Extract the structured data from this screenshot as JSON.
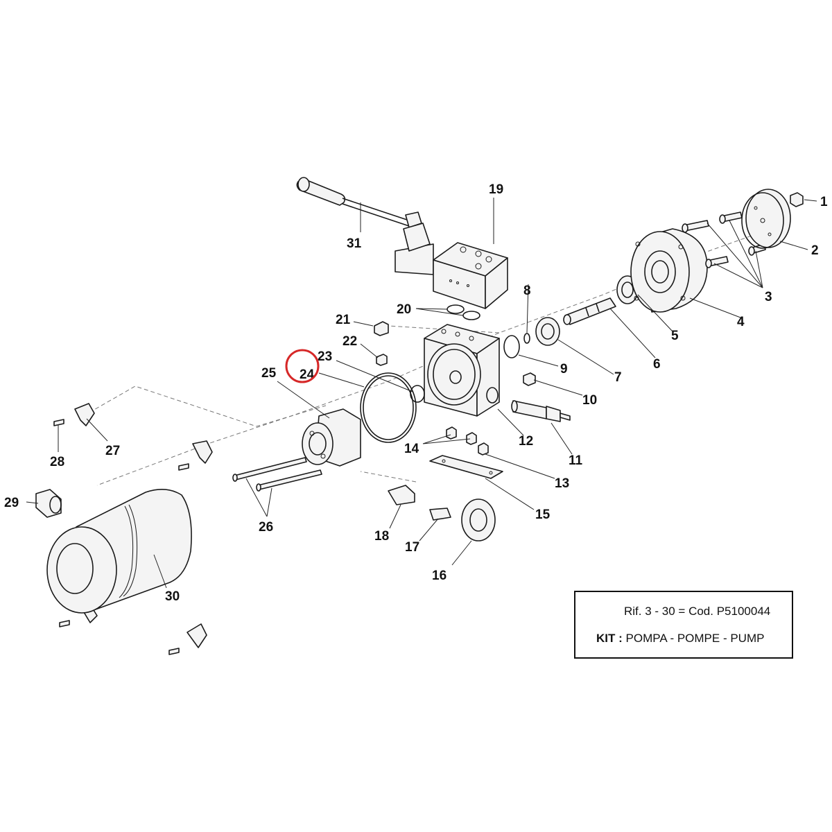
{
  "callouts": [
    {
      "id": "1",
      "label": "1"
    },
    {
      "id": "2",
      "label": "2"
    },
    {
      "id": "3",
      "label": "3"
    },
    {
      "id": "4",
      "label": "4"
    },
    {
      "id": "5",
      "label": "5"
    },
    {
      "id": "6",
      "label": "6"
    },
    {
      "id": "7",
      "label": "7"
    },
    {
      "id": "8",
      "label": "8"
    },
    {
      "id": "9",
      "label": "9"
    },
    {
      "id": "10",
      "label": "10"
    },
    {
      "id": "11",
      "label": "11"
    },
    {
      "id": "12",
      "label": "12"
    },
    {
      "id": "13",
      "label": "13"
    },
    {
      "id": "14",
      "label": "14"
    },
    {
      "id": "15",
      "label": "15"
    },
    {
      "id": "16",
      "label": "16"
    },
    {
      "id": "17",
      "label": "17"
    },
    {
      "id": "18",
      "label": "18"
    },
    {
      "id": "19",
      "label": "19"
    },
    {
      "id": "20",
      "label": "20"
    },
    {
      "id": "21",
      "label": "21"
    },
    {
      "id": "22",
      "label": "22"
    },
    {
      "id": "23",
      "label": "23"
    },
    {
      "id": "24",
      "label": "24"
    },
    {
      "id": "25",
      "label": "25"
    },
    {
      "id": "26",
      "label": "26"
    },
    {
      "id": "27",
      "label": "27"
    },
    {
      "id": "28",
      "label": "28"
    },
    {
      "id": "29",
      "label": "29"
    },
    {
      "id": "30",
      "label": "30"
    },
    {
      "id": "31",
      "label": "31"
    }
  ],
  "highlighted_callout": "24",
  "highlight_color": "#d62828",
  "kit_box": {
    "ref_line": "Rif. 3 - 30 = Cod. P5100044",
    "kit_label": "KIT :",
    "kit_text": "POMPA - POMPE - PUMP"
  }
}
